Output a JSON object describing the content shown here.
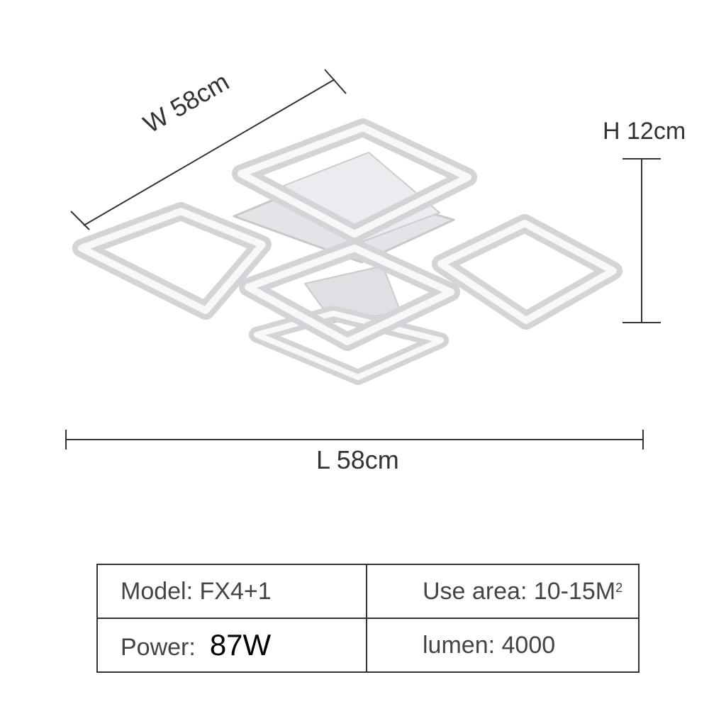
{
  "dimensions": {
    "width_label": "W 58cm",
    "height_label": "H 12cm",
    "length_label": "L 58cm"
  },
  "spec_table": {
    "model_label": "Model: FX4+1",
    "use_area_label": "Use area: 10-15M",
    "use_area_sup": "2",
    "power_label": "Power:",
    "power_value": "87W",
    "lumen_label": "lumen: 4000"
  },
  "colors": {
    "line": "#333333",
    "ring": "#d8d8dc",
    "glow": "#f4f4f6"
  }
}
